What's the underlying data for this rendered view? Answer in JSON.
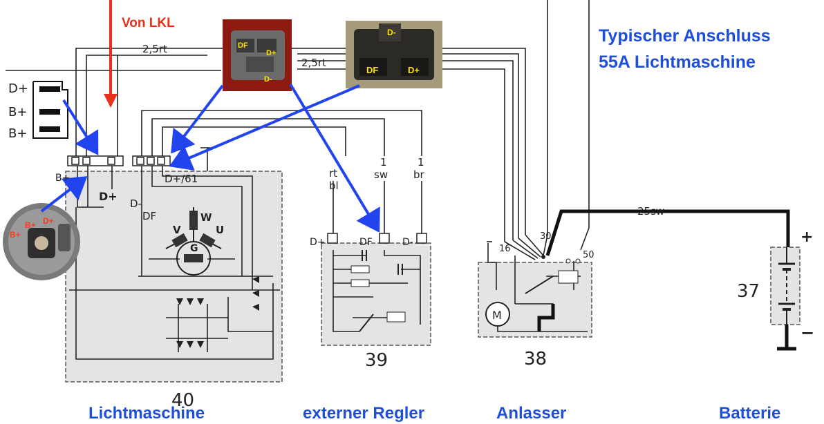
{
  "titles": {
    "main_line1": "Typischer Anschluss",
    "main_line2": "55A Lichtmaschine",
    "von_lkl": "Von LKL"
  },
  "captions": {
    "lichtmaschine": "Lichtmaschine",
    "regler": "externer Regler",
    "anlasser": "Anlasser",
    "batterie": "Batterie"
  },
  "components": {
    "alternator_number": "40",
    "regulator_number": "39",
    "starter_number": "38",
    "battery_number": "37"
  },
  "wire_labels": {
    "wire_top1": "2,5rt",
    "wire_top2": "2,5rt",
    "wire_battery": "25sw",
    "reg_rt": "rt",
    "reg_bl": "bl",
    "reg_1a": "1",
    "reg_sw": "sw",
    "reg_1b": "1",
    "reg_br": "br"
  },
  "terminals": {
    "alt_b_plus": "B+",
    "alt_d_plus": "D+",
    "alt_d_minus": "D-",
    "alt_df": "DF",
    "alt_d61": "D+/61",
    "gen_w": "W",
    "gen_v": "V",
    "gen_u": "U",
    "gen_g": "G",
    "reg_dplus": "D+",
    "reg_df": "DF",
    "reg_dminus": "D-",
    "starter_16": "16",
    "starter_30": "30",
    "starter_50": "50",
    "starter_m": "M",
    "bat_plus": "+",
    "bat_minus": "−"
  },
  "legend_plug": {
    "d_plus": "D+",
    "b_plus_1": "B+",
    "b_plus_2": "B+"
  },
  "photo_plug1": {
    "df": "DF",
    "d_plus": "D+",
    "d_minus": "D-"
  },
  "photo_plug2": {
    "d_minus": "D-",
    "df": "DF",
    "d_plus": "D+"
  },
  "photo_alt": {
    "b_plus_1": "B+",
    "d_plus": "D+",
    "b_plus_2": "B+"
  },
  "colors": {
    "arrow": "#2244ee",
    "title_blue": "#1e4fd8",
    "von_lkl_red": "#e8311a",
    "box_fill": "#e4e4e4"
  }
}
